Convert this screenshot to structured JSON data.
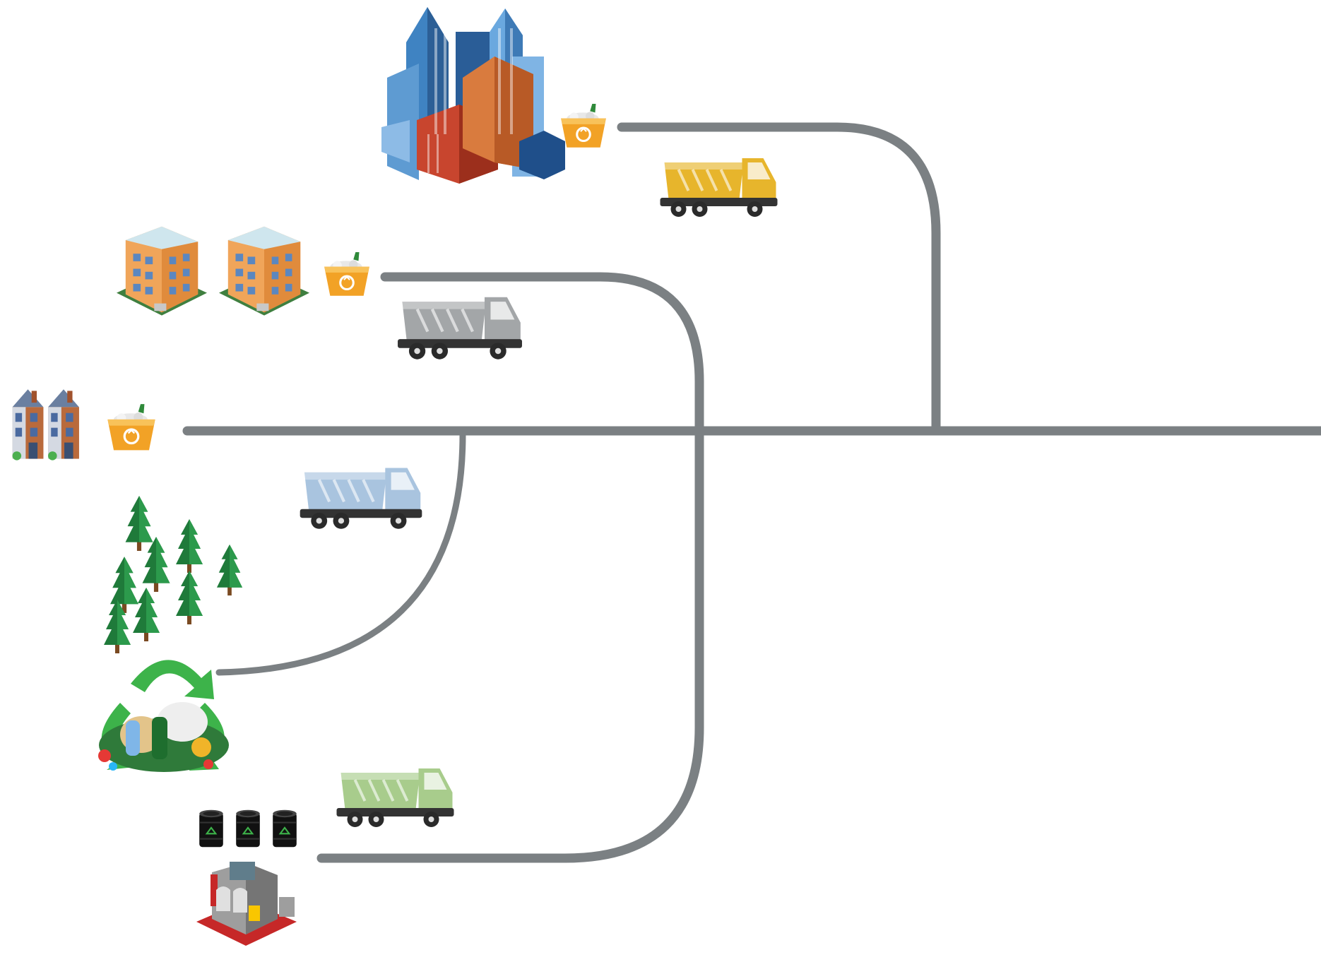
{
  "diagram": {
    "road_color": "#7b8083",
    "nodes": [
      {
        "id": "city",
        "icon": "city-skyscrapers-icon"
      },
      {
        "id": "apartments",
        "icon": "apartment-buildings-icon"
      },
      {
        "id": "houses",
        "icon": "townhouses-icon"
      },
      {
        "id": "forest",
        "icon": "pine-trees-icon"
      },
      {
        "id": "recycling-center",
        "icon": "recycling-center-icon"
      },
      {
        "id": "bins",
        "icon": "recycling-bins-icon"
      },
      {
        "id": "factory",
        "icon": "factory-icon"
      }
    ],
    "recycle_crates": [
      {
        "id": "city",
        "icon": "recycle-crate-icon",
        "color": "#f0a12a"
      },
      {
        "id": "apartments",
        "icon": "recycle-crate-icon",
        "color": "#f0a12a"
      },
      {
        "id": "houses",
        "icon": "recycle-crate-icon",
        "color": "#f0a12a"
      }
    ],
    "trucks": [
      {
        "id": "yellow",
        "icon": "garbage-truck-icon",
        "color": "#e7b52c"
      },
      {
        "id": "gray",
        "icon": "garbage-truck-icon",
        "color": "#a3a6a8"
      },
      {
        "id": "blue",
        "icon": "garbage-truck-icon",
        "color": "#a9c4df"
      },
      {
        "id": "green",
        "icon": "garbage-truck-icon",
        "color": "#a8cc8c"
      }
    ]
  }
}
